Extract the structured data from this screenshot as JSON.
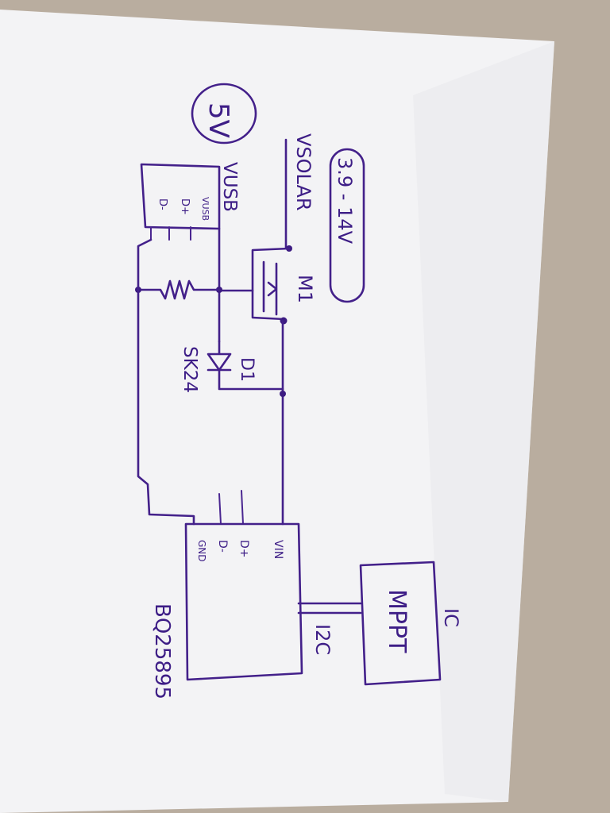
{
  "labels": {
    "five_volt": "5V",
    "voltage_range": "3.9 - 14V",
    "vsolar": "VSOLAR",
    "vusb": "VUSB",
    "usb_pin_vusb": "VUSB",
    "usb_pin_dplus": "D+",
    "usb_pin_dminus": "D-",
    "mosfet": "M1",
    "diode_ref": "D1",
    "diode_part": "SK24",
    "chip_pin_vin": "VIN",
    "chip_pin_dplus": "D+",
    "chip_pin_dminus": "D-",
    "chip_pin_gnd": "GND",
    "chip_name": "BQ25895",
    "bus": "I2C",
    "mppt": "MPPT",
    "ic": "IC"
  },
  "colors": {
    "ink": "#43208a",
    "paper": "#f4f4f6",
    "table": "#b9ad9f"
  }
}
